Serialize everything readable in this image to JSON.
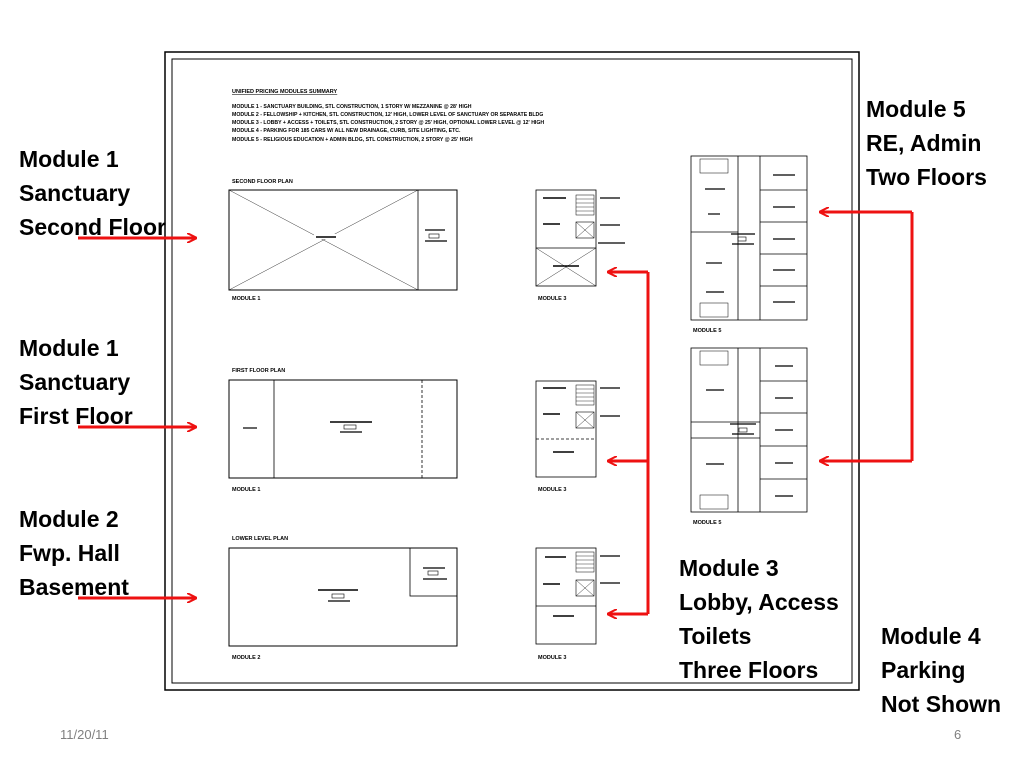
{
  "colors": {
    "arrow": "#ee1111",
    "frame": "#000000"
  },
  "callouts": {
    "m1_second": [
      "Module 1",
      "Sanctuary",
      "Second Floor"
    ],
    "m1_first": [
      "Module 1",
      "Sanctuary",
      "First Floor"
    ],
    "m2": [
      "Module 2",
      "Fwp. Hall",
      "Basement"
    ],
    "m5": [
      "Module 5",
      "RE, Admin",
      "Two Floors"
    ],
    "m3": [
      "Module 3",
      "Lobby, Access",
      "Toilets",
      "Three Floors"
    ],
    "m4": [
      "Module 4",
      "Parking",
      "Not Shown"
    ]
  },
  "drawing": {
    "summary_title": "UNIFIED PRICING MODULES SUMMARY",
    "summary_lines": [
      "MODULE 1 - SANCTUARY BUILDING, STL CONSTRUCTION, 1 STORY W/ MEZZANINE @ 28' HIGH",
      "MODULE 2 - FELLOWSHIP + KITCHEN, STL CONSTRUCTION, 12' HIGH, LOWER LEVEL OF SANCTUARY OR SEPARATE BLDG",
      "MODULE 3 - LOBBY + ACCESS + TOILETS, STL CONSTRUCTION, 2 STORY @ 25' HIGH, OPTIONAL LOWER LEVEL @ 12' HIGH",
      "MODULE 4 - PARKING FOR 185 CARS W/ ALL NEW DRAINAGE, CURB, SITE LIGHTING, ETC.",
      "MODULE 5 - RELIGIOUS EDUCATION + ADMIN BLDG, STL CONSTRUCTION, 2 STORY @ 25' HIGH"
    ],
    "second_floor_plan": "SECOND FLOOR PLAN",
    "first_floor_plan": "FIRST FLOOR PLAN",
    "lower_level_plan": "LOWER LEVEL PLAN",
    "labels": {
      "module_1a": "MODULE 1",
      "module_3a": "MODULE 3",
      "module_1b": "MODULE 1",
      "module_3b": "MODULE 3",
      "module_2": "MODULE 2",
      "module_3c": "MODULE 3",
      "module_5a": "MODULE 5",
      "module_5b": "MODULE 5"
    }
  },
  "footer": {
    "date": "11/20/11",
    "page": "6"
  }
}
